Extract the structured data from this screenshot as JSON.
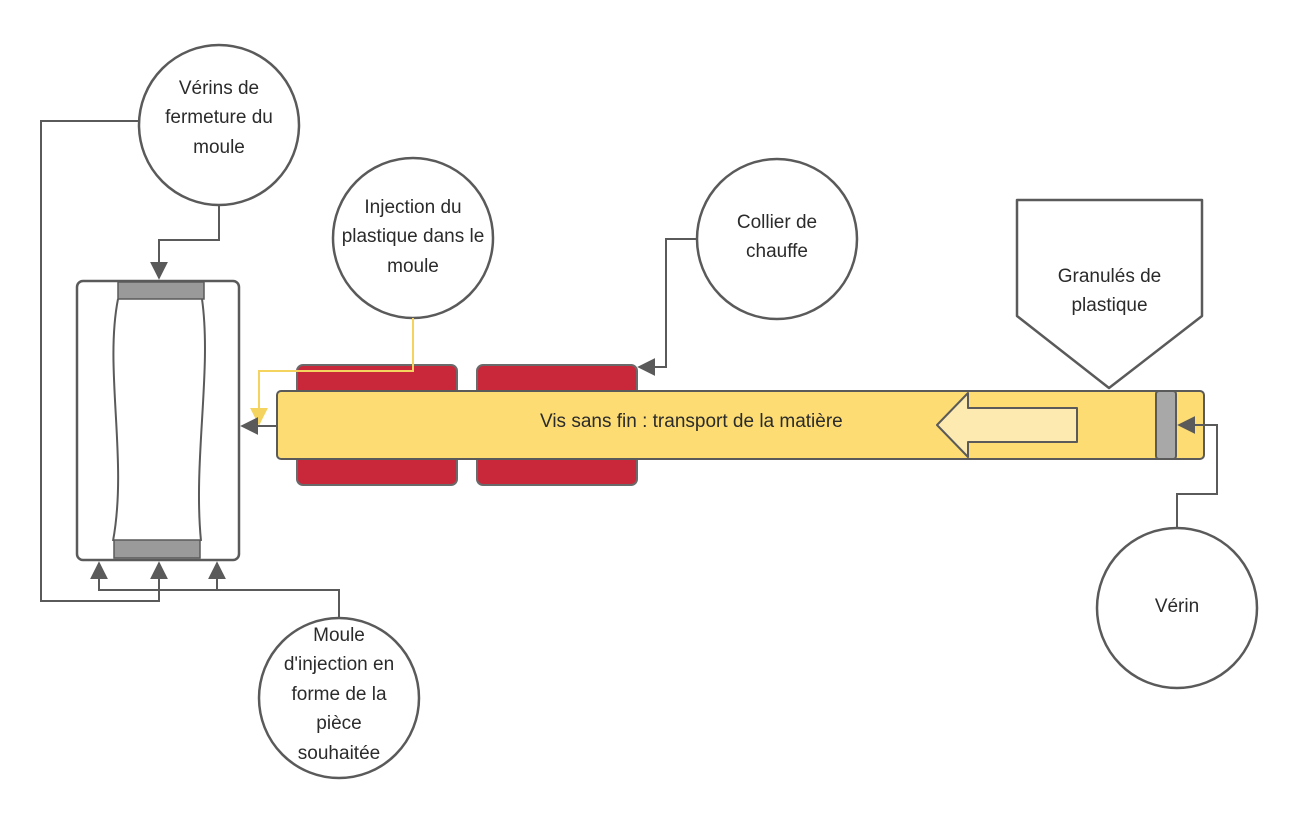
{
  "labels": {
    "mold_clamp": "Vérins de fermeture du moule",
    "injection": "Injection du plastique dans le moule",
    "heater": "Collier de chauffe",
    "hopper": "Granulés de plastique",
    "screw": "Vis sans fin : transport de la matière",
    "cylinder": "Vérin",
    "mold": "Moule d'injection en forme de la pièce souhaitée"
  },
  "colors": {
    "stroke": "#5a5a5a",
    "barrel_fill": "#fcdc73",
    "heater_fill": "#c8283a",
    "heater_stroke": "#6a6a6a",
    "injection_arrow": "#f4d35e",
    "arrow_fill": "#fdeab0",
    "plate_fill": "#9a9a9a",
    "piston_fill": "#a8a8a8"
  }
}
